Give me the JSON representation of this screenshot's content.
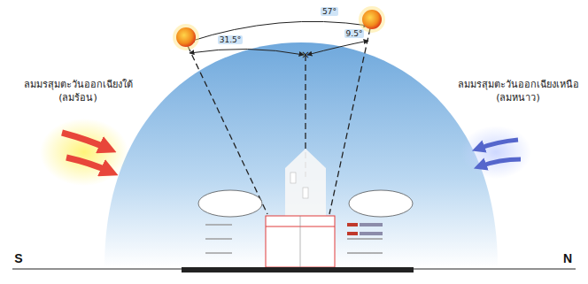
{
  "diagram": {
    "labels": [
      "ลมมรสุมตะวันออกเฉียงใต้",
      "(ลมร้อน)",
      "ลมมรสุมตะวันออกเฉียงเหนือ",
      "(ลมหนาว)",
      "57°",
      "31.5°",
      "9.5°",
      "S",
      "N"
    ]
  }
}
